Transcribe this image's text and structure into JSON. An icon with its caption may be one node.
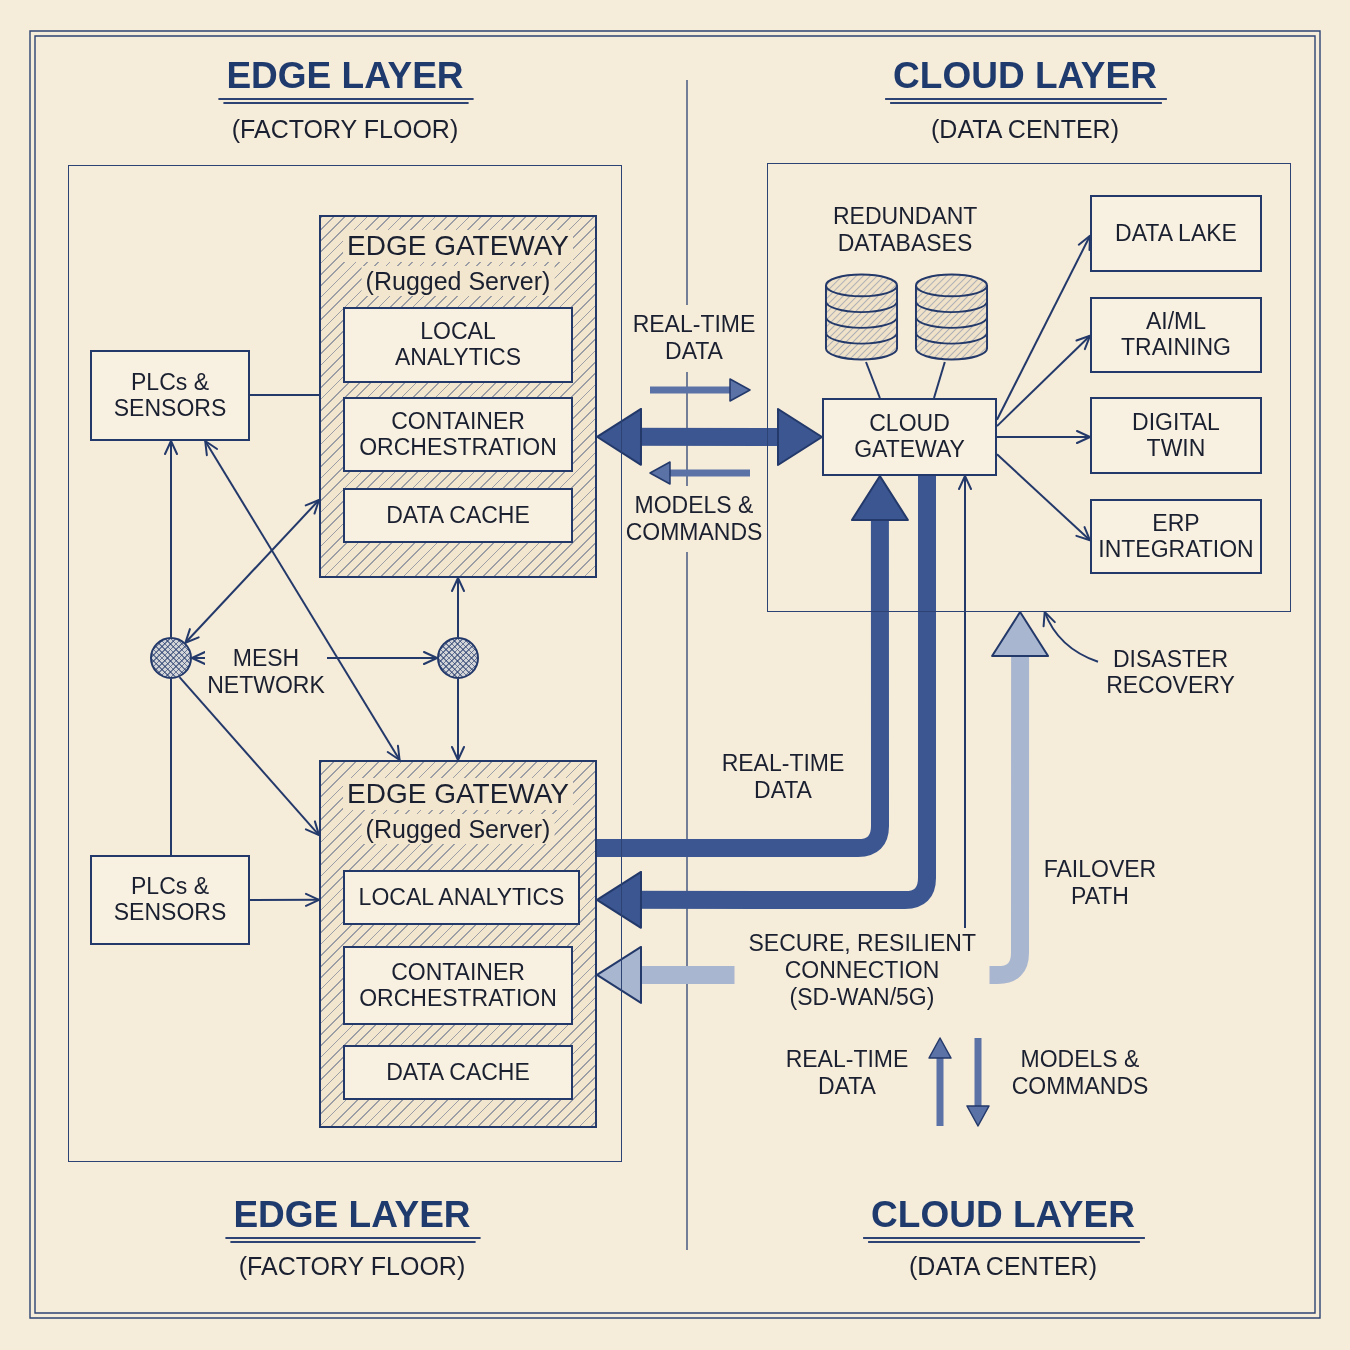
{
  "diagram": {
    "nodes": [
      {
        "text": [
          "EDGE LAYER",
          "(FACTORY FLOOR)"
        ],
        "beside": [
          "EDGE LAYER",
          "(FACTORY FLOOR)"
        ]
      },
      {
        "text": [
          "EDGE GATEWAY",
          "(Rugged Server)"
        ],
        "in": 0
      },
      {
        "text": [
          "LOCAL ANALYTICS"
        ],
        "in": 1
      },
      {
        "text": [
          "CONTAINER ORCHESTRATION"
        ],
        "in": 1
      },
      {
        "text": [
          "DATA CACHE"
        ],
        "in": 1
      },
      {
        "text": [
          "PLCs & SENSORS"
        ],
        "in": 0
      },
      {
        "text": [],
        "shape": "circle",
        "in": 0
      },
      {
        "text": [],
        "shape": "circle",
        "in": 0
      },
      {
        "text": [
          "EDGE GATEWAY",
          "(Rugged Server)"
        ],
        "in": 0
      },
      {
        "text": [
          "LOCAL ANALYTICS"
        ],
        "in": 8
      },
      {
        "text": [
          "CONTAINER ORCHESTRATION"
        ],
        "in": 8
      },
      {
        "text": [
          "DATA CACHE"
        ],
        "in": 8
      },
      {
        "text": [
          "PLCs & SENSORS"
        ],
        "in": 0
      },
      {
        "text": [
          "CLOUD LAYER",
          "(DATA CENTER)"
        ],
        "beside": [
          "CLOUD LAYER",
          "(DATA CENTER)"
        ]
      },
      {
        "text": [],
        "shape": "cylinder",
        "in": 13
      },
      {
        "text": [],
        "shape": "cylinder",
        "in": 13
      },
      {
        "text": [
          "CLOUD GATEWAY"
        ],
        "in": 13
      },
      {
        "text": [
          "DATA LAKE"
        ],
        "in": 13
      },
      {
        "text": [
          "AI/ML TRAINING"
        ],
        "in": 13
      },
      {
        "text": [
          "DIGITAL TWIN"
        ],
        "in": 13
      },
      {
        "text": [
          "ERP INTEGRATION"
        ],
        "in": 13
      },
      {
        "text": [
          "DISASTER RECOVERY"
        ]
      }
    ],
    "edges": [
      {
        "from": 5,
        "to": 1,
        "arrow": "none"
      },
      {
        "from": 6,
        "to": 5,
        "arrow": "to"
      },
      {
        "from": 12,
        "to": 6,
        "arrow": "none"
      },
      {
        "from": 6,
        "to": 1,
        "arrow": "both"
      },
      {
        "from": 5,
        "to": 8,
        "arrow": "both"
      },
      {
        "from": 6,
        "to": 8,
        "arrow": "to"
      },
      {
        "from": 6,
        "to": 7,
        "arrow": "both",
        "label": "MESH NETWORK"
      },
      {
        "from": 7,
        "to": 1,
        "arrow": "to"
      },
      {
        "from": 7,
        "to": 8,
        "arrow": "to"
      },
      {
        "from": 12,
        "to": 8,
        "arrow": "to"
      },
      {
        "from": 1,
        "to": 16,
        "arrow": "both",
        "style": "thick"
      },
      {
        "from": 8,
        "to": 16,
        "arrow": "to",
        "label": "REAL-TIME DATA",
        "style": "thick"
      },
      {
        "from": 16,
        "to": 8,
        "arrow": "to",
        "style": "thick"
      },
      {
        "from": 8,
        "to": 13,
        "arrow": "both",
        "label": "SECURE, RESILIENT CONNECTION (SD-WAN/5G)",
        "style": "thick",
        "color": "#a9b6d0"
      },
      {
        "from": null,
        "to": 16,
        "arrow": "to"
      },
      {
        "from": 14,
        "to": 16,
        "arrow": "none"
      },
      {
        "from": 15,
        "to": 16,
        "arrow": "none"
      },
      {
        "from": 16,
        "to": 17,
        "arrow": "to"
      },
      {
        "from": 16,
        "to": 18,
        "arrow": "to"
      },
      {
        "from": 16,
        "to": 19,
        "arrow": "to"
      },
      {
        "from": 16,
        "to": 20,
        "arrow": "to"
      },
      {
        "from": 21,
        "to": 13,
        "arrow": "to"
      }
    ],
    "labels": [
      "REDUNDANT DATABASES",
      "REAL-TIME DATA",
      "MODELS & COMMANDS",
      "FAILOVER PATH",
      "REAL-TIME DATA",
      "MODELS & COMMANDS"
    ]
  }
}
